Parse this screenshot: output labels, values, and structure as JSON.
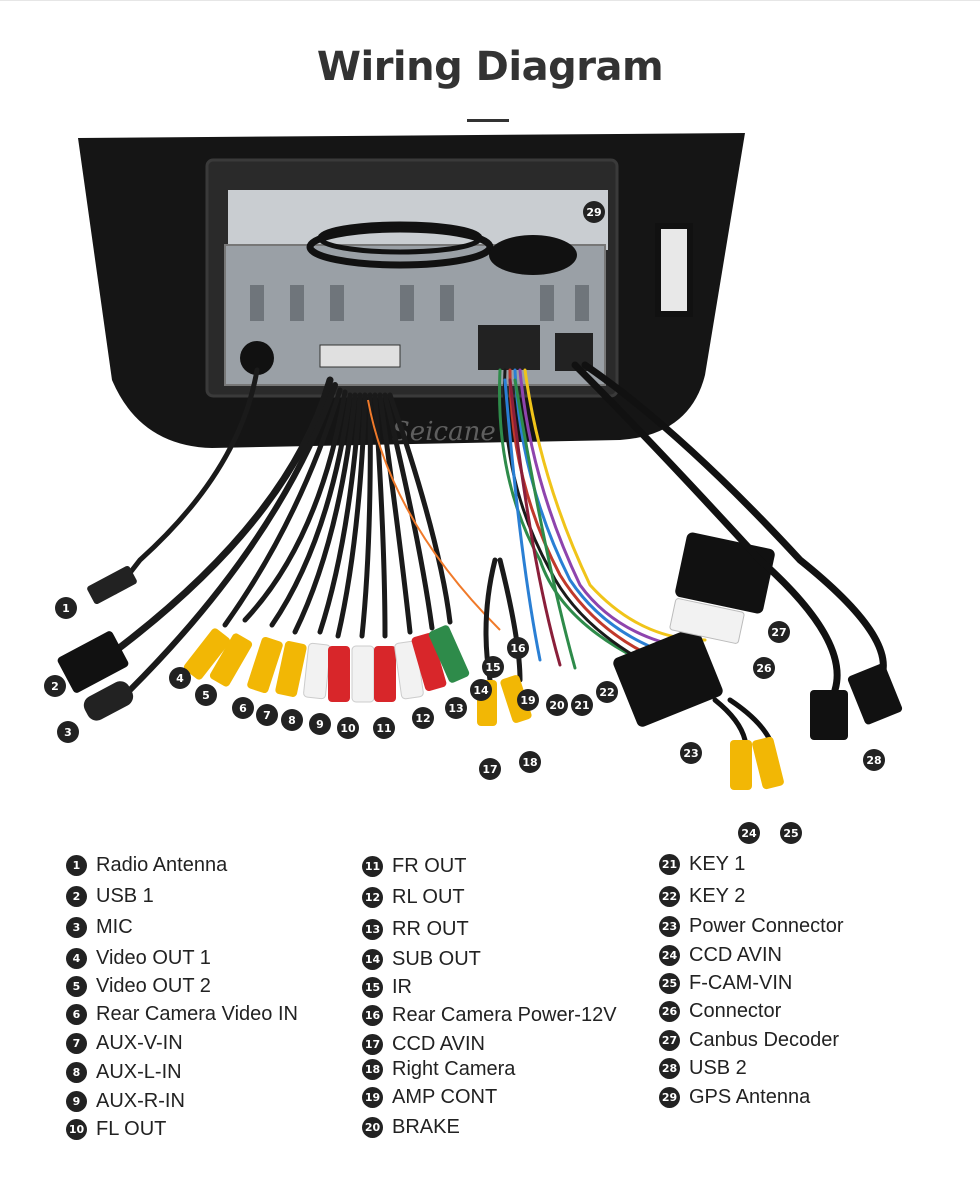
{
  "title": "Wiring Diagram",
  "watermark": "Seicane",
  "legend": [
    {
      "num": "1",
      "label": "Radio Antenna"
    },
    {
      "num": "2",
      "label": "USB 1"
    },
    {
      "num": "3",
      "label": "MIC"
    },
    {
      "num": "4",
      "label": "Video OUT 1"
    },
    {
      "num": "5",
      "label": "Video OUT 2"
    },
    {
      "num": "6",
      "label": "Rear Camera Video IN"
    },
    {
      "num": "7",
      "label": "AUX-V-IN"
    },
    {
      "num": "8",
      "label": "AUX-L-IN"
    },
    {
      "num": "9",
      "label": "AUX-R-IN"
    },
    {
      "num": "10",
      "label": "FL OUT"
    },
    {
      "num": "11",
      "label": "FR OUT"
    },
    {
      "num": "12",
      "label": "RL OUT"
    },
    {
      "num": "13",
      "label": "RR OUT"
    },
    {
      "num": "14",
      "label": "SUB OUT"
    },
    {
      "num": "15",
      "label": "IR"
    },
    {
      "num": "16",
      "label": "Rear Camera Power-12V"
    },
    {
      "num": "17",
      "label": "CCD AVIN"
    },
    {
      "num": "18",
      "label": "Right Camera"
    },
    {
      "num": "19",
      "label": "AMP CONT"
    },
    {
      "num": "20",
      "label": "BRAKE"
    },
    {
      "num": "21",
      "label": "KEY 1"
    },
    {
      "num": "22",
      "label": "KEY 2"
    },
    {
      "num": "23",
      "label": "Power Connector"
    },
    {
      "num": "24",
      "label": "CCD AVIN"
    },
    {
      "num": "25",
      "label": "F-CAM-VIN"
    },
    {
      "num": "26",
      "label": "Connector"
    },
    {
      "num": "27",
      "label": "Canbus Decoder"
    },
    {
      "num": "28",
      "label": "USB 2"
    },
    {
      "num": "29",
      "label": "GPS Antenna"
    }
  ],
  "colors": {
    "frame": "#151515",
    "metal": "#9aa0a6",
    "yellow": "#f2b705",
    "red": "#d8262a",
    "white": "#f2f2f2",
    "green": "#2e8b4a",
    "cable": "#1a1a1a"
  }
}
